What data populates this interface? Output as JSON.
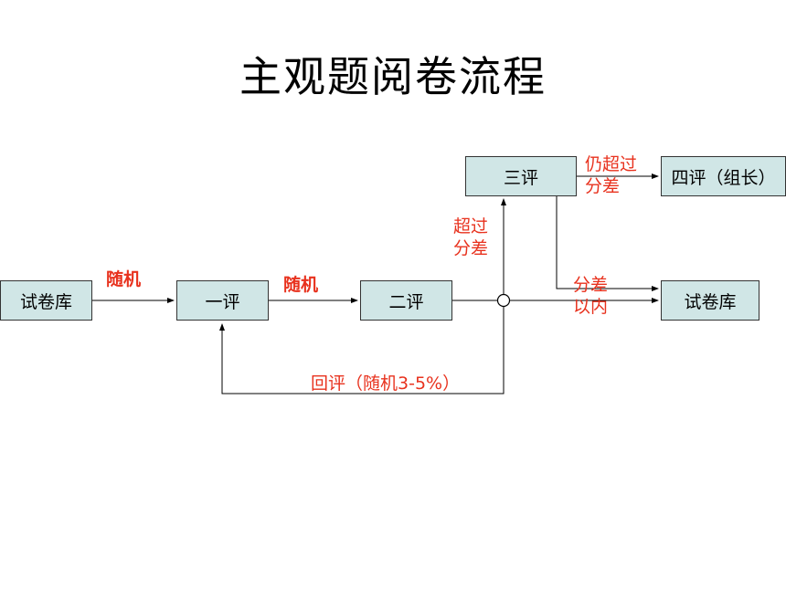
{
  "title": "主观题阅卷流程",
  "nodes": {
    "pool_in": "试卷库",
    "first": "一评",
    "second": "二评",
    "third": "三评",
    "fourth": "四评（组长）",
    "pool_out": "试卷库"
  },
  "edges": {
    "pool_to_first": "随机",
    "first_to_second": "随机",
    "exceed_line1": "超过",
    "exceed_line2": "分差",
    "still_exceed_line1": "仍超过",
    "still_exceed_line2": "分差",
    "within_line1": "分差",
    "within_line2": "以内",
    "review_back": "回评（随机3-5%）"
  },
  "colors": {
    "box_fill": "#d0e6e6",
    "box_border": "#333333",
    "label": "#e8321e",
    "line": "#000000"
  }
}
